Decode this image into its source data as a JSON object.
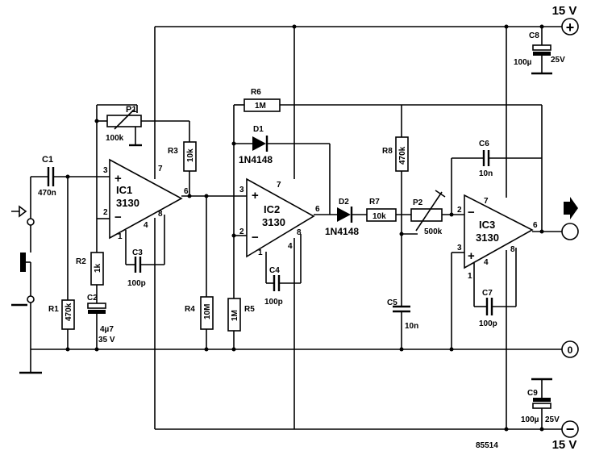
{
  "supply": {
    "positive": "15 V",
    "negative": "15 V",
    "ground": "0",
    "plus_sign": "+",
    "minus_sign": "−"
  },
  "ics": [
    {
      "name": "IC1",
      "type": "3130"
    },
    {
      "name": "IC2",
      "type": "3130"
    },
    {
      "name": "IC3",
      "type": "3130"
    }
  ],
  "components": {
    "C1": {
      "name": "C1",
      "value": "470n"
    },
    "R1": {
      "name": "R1",
      "value": "470k"
    },
    "P1": {
      "name": "P1",
      "value": "100k"
    },
    "R2": {
      "name": "R2",
      "value": "1k"
    },
    "C2": {
      "name": "C2",
      "value": "4µ7",
      "rating": "35 V"
    },
    "C3": {
      "name": "C3",
      "value": "100p"
    },
    "R3": {
      "name": "R3",
      "value": "10k"
    },
    "R4": {
      "name": "R4",
      "value": "10M"
    },
    "R5": {
      "name": "R5",
      "value": "1M"
    },
    "R6": {
      "name": "R6",
      "value": "1M"
    },
    "D1": {
      "name": "D1",
      "value": "1N4148"
    },
    "D2": {
      "name": "D2",
      "value": "1N4148"
    },
    "C4": {
      "name": "C4",
      "value": "100p"
    },
    "R7": {
      "name": "R7",
      "value": "10k"
    },
    "R8": {
      "name": "R8",
      "value": "470k"
    },
    "P2": {
      "name": "P2",
      "value": "500k"
    },
    "C5": {
      "name": "C5",
      "value": "10n"
    },
    "C6": {
      "name": "C6",
      "value": "10n"
    },
    "C7": {
      "name": "C7",
      "value": "100p"
    },
    "C8": {
      "name": "C8",
      "value": "100µ",
      "rating": "25V"
    },
    "C9": {
      "name": "C9",
      "value": "100µ",
      "rating": "25V"
    }
  },
  "pins": {
    "p1": "1",
    "p2": "2",
    "p3": "3",
    "p4": "4",
    "p6": "6",
    "p7": "7",
    "p8": "8"
  },
  "figure_number": "85514"
}
